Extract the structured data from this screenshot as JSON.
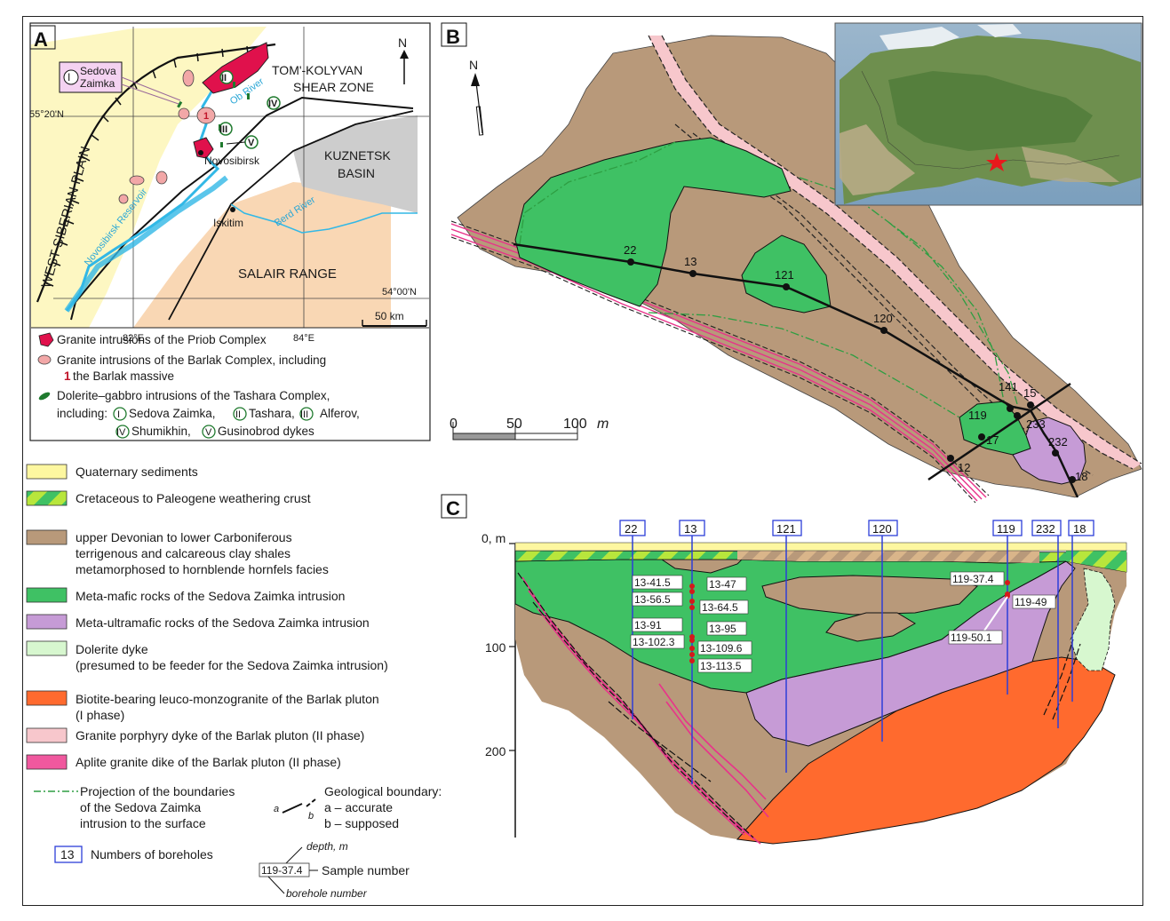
{
  "panel_a": {
    "letter": "A",
    "north": "N",
    "sedova_num": "I",
    "sedova_line1": "Sedova",
    "sedova_line2": "Zaimka",
    "shear_line1": "TOM'-KOLYVAN",
    "shear_line2": "SHEAR ZONE",
    "lat1": "55°20'N",
    "lat2": "54°00'N",
    "lon1": "82°E",
    "lon2": "84°E",
    "ob_river": "Ob River",
    "novosibirsk": "Novosibirsk",
    "iskitim": "Iskitim",
    "reservoir": "Novosibirsk Reservoir",
    "berd_river": "Berd River",
    "kuznetsk1": "KUZNETSK",
    "kuznetsk2": "BASIN",
    "salair": "SALAIR RANGE",
    "west_siberian": "WEST SIBERIAN PLAIN",
    "scale": "50 km",
    "dyke_labels": [
      "II",
      "III",
      "IV",
      "V"
    ],
    "barlak_num": "1",
    "legend": {
      "priob": "Granite intrusions of the Priob Complex",
      "barlak_line1": "Granite intrusions of the Barlak Complex, including",
      "barlak_num": "1",
      "barlak_line2": "the Barlak massive",
      "tashara_line1": "Dolerite–gabbro intrusions of the Tashara Complex,",
      "including": "including:",
      "num_i": "I",
      "sedova": "Sedova Zaimka,",
      "num_ii": "II",
      "tashara": "Tashara,",
      "num_iii": "III",
      "alferov": "Alferov,",
      "num_iv": "IV",
      "shumikhin": "Shumikhin,",
      "num_v": "V",
      "gusinobrod": "Gusinobrod dykes"
    }
  },
  "panel_b": {
    "letter": "B",
    "north": "N",
    "boreholes": [
      "22",
      "13",
      "121",
      "120",
      "141",
      "15",
      "119",
      "233",
      "17",
      "232",
      "12",
      "18"
    ],
    "scale_0": "0",
    "scale_50": "50",
    "scale_100": "100",
    "scale_unit": "m"
  },
  "panel_c": {
    "letter": "C",
    "depth_0": "0, m",
    "depth_100": "100",
    "depth_200": "200",
    "boreholes": [
      "22",
      "13",
      "121",
      "120",
      "119",
      "232",
      "18"
    ],
    "samples_left": [
      "13-41.5",
      "13-56.5",
      "13-91",
      "13-102.3"
    ],
    "samples_right": [
      "13-47",
      "13-64.5",
      "13-95",
      "13-109.6",
      "13-113.5"
    ],
    "samples_119": [
      "119-37.4",
      "119-49",
      "119-50.1"
    ]
  },
  "legend": {
    "quaternary": "Quaternary sediments",
    "cretaceous": "Cretaceous to Paleogene weathering crust",
    "devonian_1": "upper Devonian to lower Carboniferous",
    "devonian_2": "terrigenous and calcareous clay shales",
    "devonian_3": "metamorphosed to hornblende hornfels facies",
    "metamafic": "Meta-mafic rocks of the Sedova Zaimka intrusion",
    "metaultramafic": "Meta-ultramafic rocks of the Sedova Zaimka intrusion",
    "dolerite_1": "Dolerite dyke",
    "dolerite_2": "(presumed to be feeder for the Sedova Zaimka intrusion)",
    "biotite_1": "Biotite-bearing leuco-monzogranite of the Barlak pluton",
    "biotite_2": "(I phase)",
    "porphyry": "Granite porphyry dyke of the Barlak pluton (II phase)",
    "aplite": "Aplite granite dike of the Barlak pluton (II phase)",
    "proj_1": "Projection of the boundaries",
    "proj_2": "of the Sedova Zaimka",
    "proj_3": "intrusion to the surface",
    "geo_1": "Geological boundary:",
    "geo_2": "a – accurate",
    "geo_3": "b – supposed",
    "geo_a": "a",
    "geo_b": "b",
    "bh_box": "13",
    "bh_label": "Numbers of boreholes",
    "depth": "depth, m",
    "sample_box": "119-37.4",
    "sample_label": "Sample number",
    "borehole_number": "borehole number"
  },
  "colors": {
    "brown": "#b8997a",
    "green": "#3fc164",
    "violet": "#c69bd6",
    "lightgreen": "#d7f7cf",
    "orange": "#ff6a2e",
    "pink": "#f7c7cc",
    "magenta": "#f0589e",
    "yellow": "#fdf7a0",
    "lime": "#b8e63c",
    "blue": "#2d3ed8"
  }
}
